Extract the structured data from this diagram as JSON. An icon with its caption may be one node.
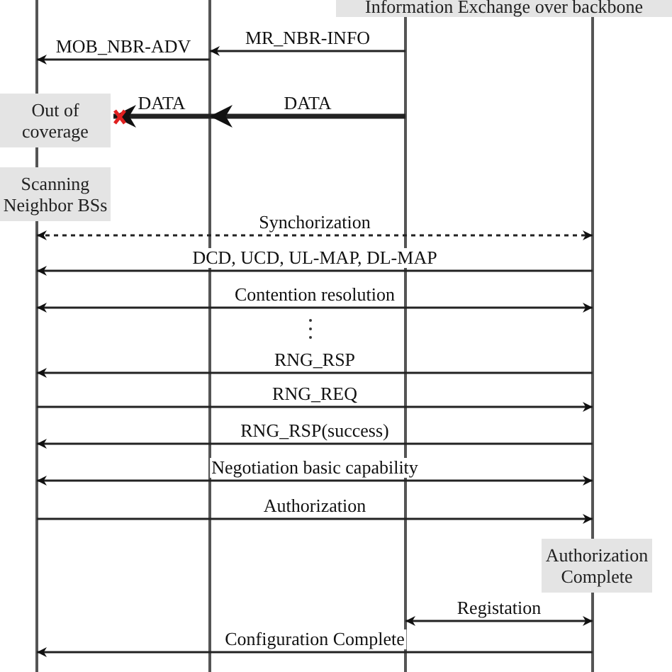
{
  "diagram": {
    "nodes": [
      {
        "text": [],
        "shape": "line"
      },
      {
        "text": [],
        "shape": "line"
      },
      {
        "text": [],
        "shape": "line"
      },
      {
        "text": [],
        "shape": "line"
      },
      {
        "text": [
          "Information Exchange over backbone"
        ]
      },
      {
        "text": [
          "Out of coverage"
        ]
      },
      {
        "text": [
          "Scanning Neighbor BSs"
        ]
      },
      {
        "text": [
          "Authorization Complete"
        ]
      }
    ],
    "edges": [
      {
        "from": 2,
        "to": 1,
        "arrow": "to",
        "label": "MR_NBR-INFO"
      },
      {
        "from": 1,
        "to": 0,
        "arrow": "to",
        "label": "MOB_NBR-ADV"
      },
      {
        "from": 2,
        "to": 1,
        "arrow": "to",
        "label": "DATA",
        "style": "thick"
      },
      {
        "from": 1,
        "to": 5,
        "arrow": "to",
        "label": "DATA",
        "style": "thick"
      },
      {
        "from": 0,
        "to": 3,
        "arrow": "both",
        "label": "Synchorization",
        "style": "dashed"
      },
      {
        "from": 3,
        "to": 0,
        "arrow": "to",
        "label": "DCD, UCD, UL-MAP, DL-MAP"
      },
      {
        "from": 0,
        "to": 3,
        "arrow": "both",
        "label": "Contention resolution"
      },
      {
        "from": 3,
        "to": 0,
        "arrow": "to",
        "label": "RNG_RSP"
      },
      {
        "from": 0,
        "to": 3,
        "arrow": "to",
        "label": "RNG_REQ"
      },
      {
        "from": 3,
        "to": 0,
        "arrow": "to",
        "label": "RNG_RSP(success)"
      },
      {
        "from": 0,
        "to": 3,
        "arrow": "both",
        "label": "Negotiation basic capability"
      },
      {
        "from": 0,
        "to": 3,
        "arrow": "to",
        "label": "Authorization"
      },
      {
        "from": 2,
        "to": 3,
        "arrow": "both",
        "label": "Registation"
      },
      {
        "from": 3,
        "to": 0,
        "arrow": "to",
        "label": "Configuration Complete"
      }
    ]
  }
}
